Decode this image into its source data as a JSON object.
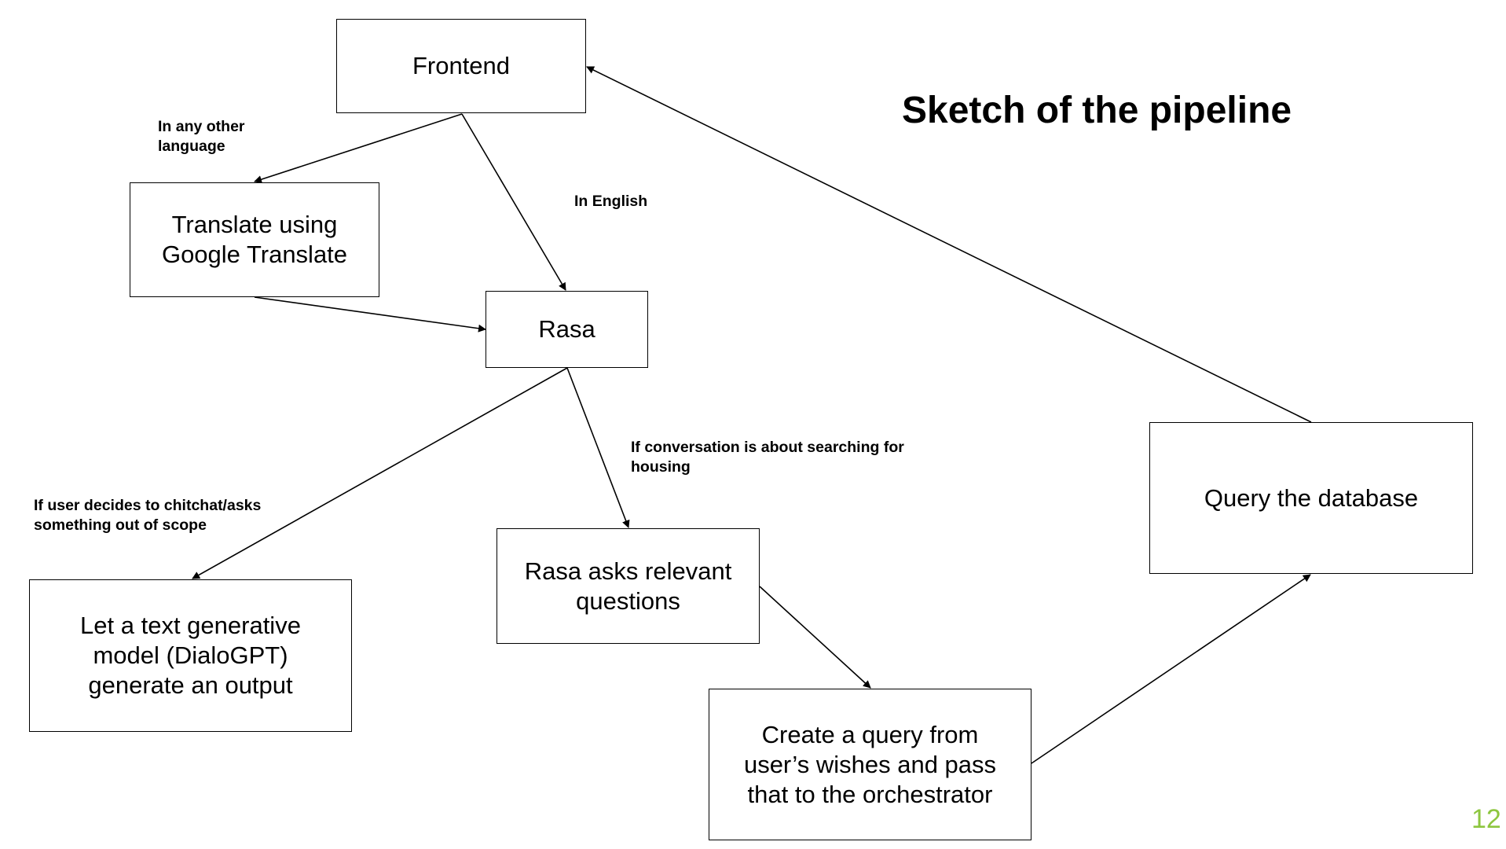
{
  "title": "Sketch of the pipeline",
  "page_number": "12",
  "colors": {
    "stroke": "#000000",
    "text": "#000000",
    "page_number": "#8dc63f",
    "background": "#ffffff"
  },
  "nodes": {
    "frontend": "Frontend",
    "translate": "Translate using Google Translate",
    "rasa": "Rasa",
    "dialogpt": "Let a text generative model (DialoGPT) generate an output",
    "rasa_questions": "Rasa asks relevant questions",
    "create_query": "Create a query from user’s wishes and pass that to the orchestrator",
    "query_db": "Query the database"
  },
  "edge_labels": {
    "other_language": "In any other language",
    "english": "In English",
    "chitchat": "If user decides to chitchat/asks something out of scope",
    "housing": "If conversation is about searching for housing"
  },
  "edges": [
    {
      "from": "frontend",
      "to": "translate",
      "label": "other_language"
    },
    {
      "from": "frontend",
      "to": "rasa",
      "label": "english"
    },
    {
      "from": "translate",
      "to": "rasa"
    },
    {
      "from": "rasa",
      "to": "dialogpt",
      "label": "chitchat"
    },
    {
      "from": "rasa",
      "to": "rasa_questions",
      "label": "housing"
    },
    {
      "from": "rasa_questions",
      "to": "create_query"
    },
    {
      "from": "create_query",
      "to": "query_db"
    },
    {
      "from": "query_db",
      "to": "frontend"
    }
  ]
}
